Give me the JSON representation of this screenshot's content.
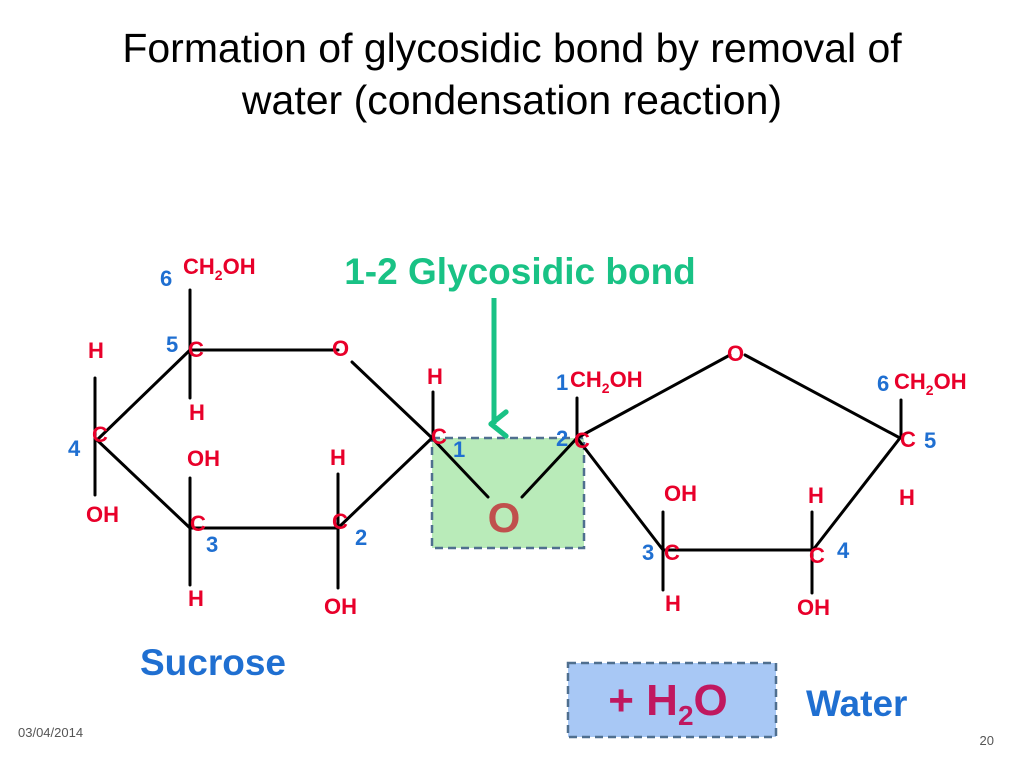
{
  "title_line1": "Formation of glycosidic bond by removal of",
  "title_line2": "water (condensation reaction)",
  "bond_label": "1-2 Glycosidic bond",
  "bridge_oxygen": "O",
  "product_name": "Sucrose",
  "byproduct": {
    "prefix": "+ H",
    "subscript": "2",
    "suffix": "O",
    "name": "Water"
  },
  "atoms": {
    "C": "C",
    "O": "O",
    "H": "H",
    "OH": "OH",
    "CH": "CH",
    "sub2": "2",
    "CH_OH_tail": "OH"
  },
  "numbers": {
    "n1": "1",
    "n2": "2",
    "n3": "3",
    "n4": "4",
    "n5": "5",
    "n6": "6"
  },
  "colors": {
    "atom": "#e8002a",
    "number": "#1f6fd1",
    "bond_label": "#19c285",
    "box_green": "#b9ebb9",
    "box_blue": "#a8c8f5",
    "box_border": "#4f6f8f",
    "byproduct_text": "#c0185f",
    "bridge_o": "#c0504d"
  },
  "footer": {
    "date": "03/04/2014",
    "page": "20"
  }
}
